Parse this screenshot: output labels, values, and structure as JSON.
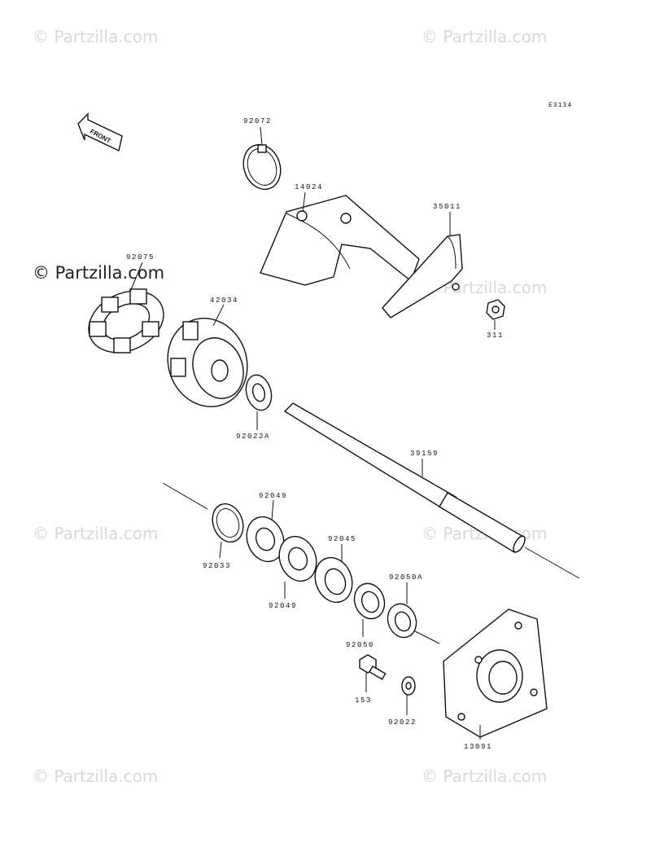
{
  "diagram": {
    "code": "E3134",
    "front_label": "FRONT",
    "watermark": "© Partzilla.com",
    "callouts": [
      "92072",
      "14024",
      "35011",
      "92075",
      "42034",
      "311",
      "92022A",
      "39159",
      "92049",
      "92033",
      "92049",
      "92045",
      "92050A",
      "92050",
      "153",
      "92022",
      "13091"
    ]
  }
}
